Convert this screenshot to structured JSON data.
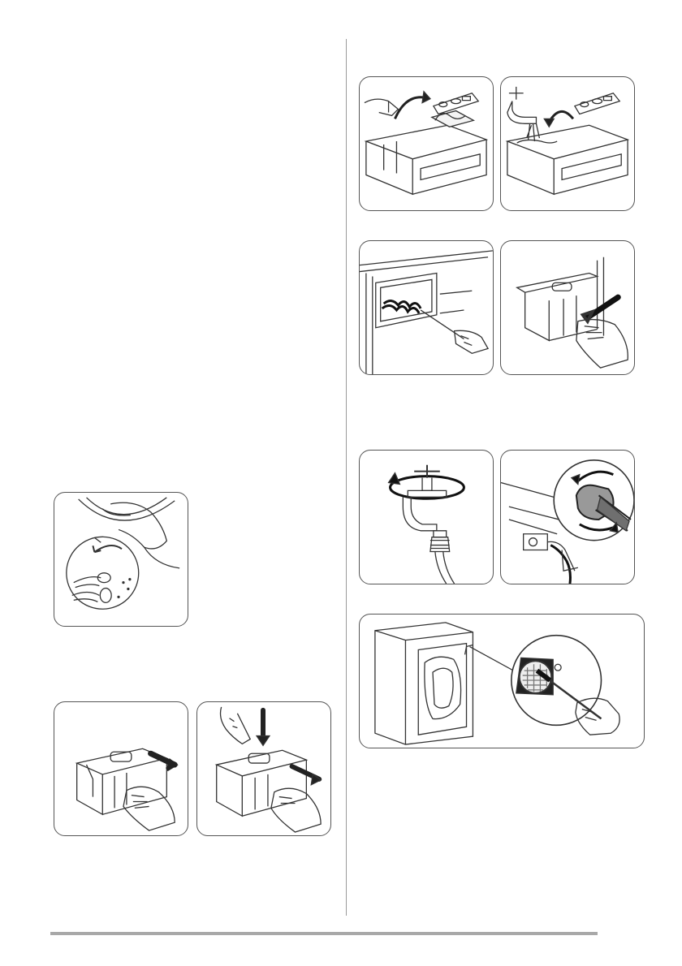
{
  "page": {
    "figures": [
      {
        "id": "door-seal-debris",
        "icon": "door-seal-icon"
      },
      {
        "id": "pull-out-dispenser",
        "icon": "dispenser-pull-icon"
      },
      {
        "id": "press-lever-remove-dispenser",
        "icon": "dispenser-release-icon"
      },
      {
        "id": "remove-dispenser-insert",
        "icon": "insert-remove-icon"
      },
      {
        "id": "rinse-insert-under-tap",
        "icon": "tap-rinse-icon"
      },
      {
        "id": "brush-dispenser-recess",
        "icon": "brush-icon"
      },
      {
        "id": "reinsert-dispenser",
        "icon": "dispenser-insert-icon"
      },
      {
        "id": "close-water-tap",
        "icon": "tap-turn-icon"
      },
      {
        "id": "unscrew-inlet-hose",
        "icon": "hose-unscrew-icon"
      },
      {
        "id": "clean-inlet-filter",
        "icon": "inlet-filter-brush-icon"
      }
    ]
  }
}
